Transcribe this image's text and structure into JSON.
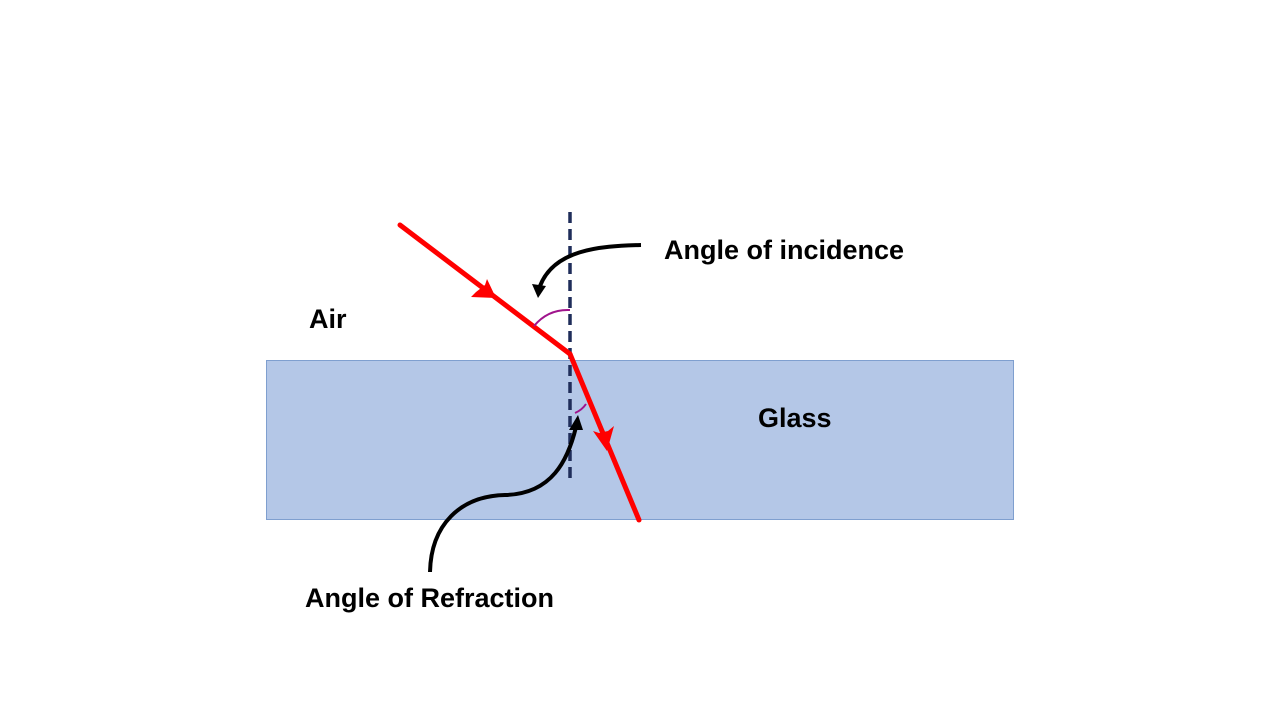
{
  "labels": {
    "air": "Air",
    "glass": "Glass",
    "angle_of_incidence": "Angle of incidence",
    "angle_of_refraction": "Angle of Refraction"
  },
  "colors": {
    "glass_fill": "#b4c7e7",
    "ray": "#ff0000",
    "normal_line": "#1f2d5a",
    "angle_arc": "#a0148c",
    "pointer_arrow": "#000000"
  }
}
